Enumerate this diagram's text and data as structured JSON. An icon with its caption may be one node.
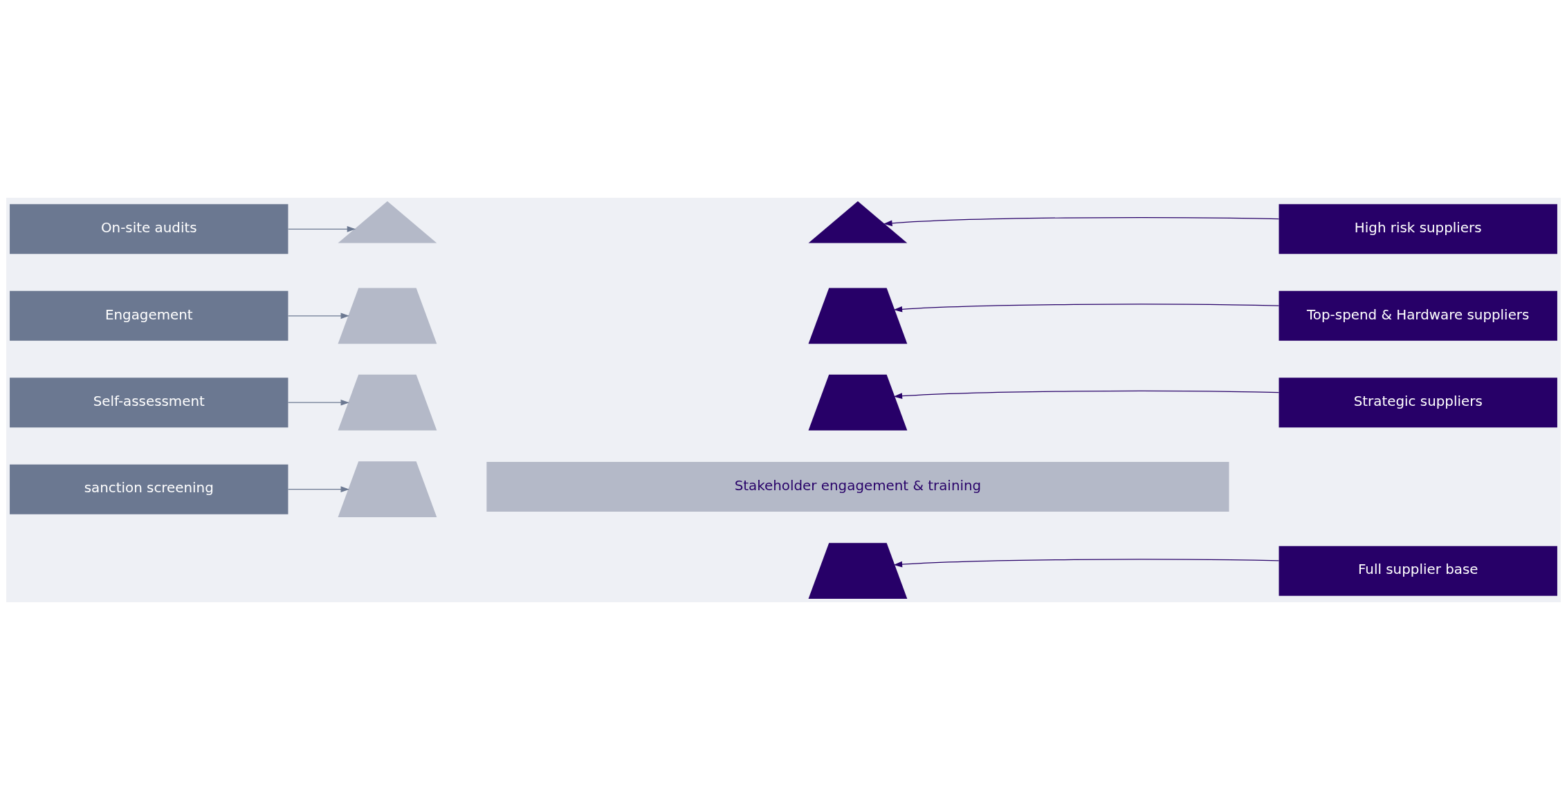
{
  "diagram": {
    "nodes": [
      {
        "text": [
          "On-site audits"
        ]
      },
      {
        "text": [
          "Engagement"
        ]
      },
      {
        "text": [
          "Self-assessment"
        ]
      },
      {
        "text": [
          "sanction screening"
        ]
      },
      {
        "text": [
          "High risk suppliers"
        ]
      },
      {
        "text": [
          "Top-spend & Hardware suppliers"
        ]
      },
      {
        "text": [
          "Strategic suppliers"
        ]
      },
      {
        "text": [
          "Full supplier base"
        ]
      },
      {
        "text": [],
        "shape": "triangle"
      },
      {
        "text": [],
        "shape": "trapezoid"
      },
      {
        "text": [],
        "shape": "trapezoid"
      },
      {
        "text": [],
        "shape": "trapezoid"
      },
      {
        "text": [],
        "shape": "triangle"
      },
      {
        "text": [],
        "shape": "trapezoid"
      },
      {
        "text": [],
        "shape": "trapezoid"
      },
      {
        "text": [],
        "shape": "trapezoid"
      },
      {
        "text": [
          "Stakeholder engagement & training"
        ]
      }
    ],
    "edges": [
      {
        "from": 0,
        "to": 8,
        "arrow": "to",
        "color": "#6b7891"
      },
      {
        "from": 1,
        "to": 9,
        "arrow": "to",
        "color": "#6b7891"
      },
      {
        "from": 2,
        "to": 10,
        "arrow": "to",
        "color": "#6b7891"
      },
      {
        "from": 3,
        "to": 11,
        "arrow": "to",
        "color": "#6b7891"
      },
      {
        "from": 4,
        "to": 12,
        "arrow": "to",
        "color": "#270068"
      },
      {
        "from": 5,
        "to": 13,
        "arrow": "to",
        "color": "#270068"
      },
      {
        "from": 6,
        "to": 14,
        "arrow": "to",
        "color": "#270068"
      },
      {
        "from": 7,
        "to": 15,
        "arrow": "to",
        "color": "#270068"
      }
    ]
  }
}
